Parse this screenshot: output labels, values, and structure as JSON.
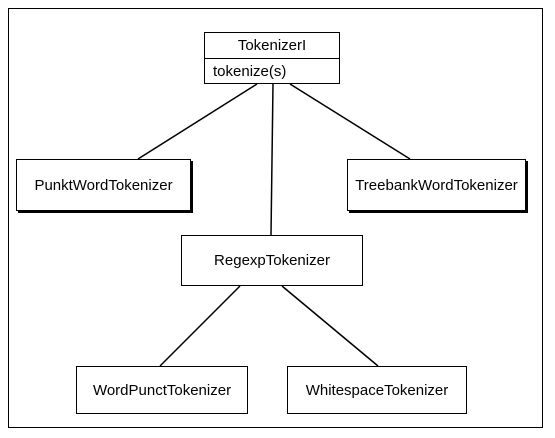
{
  "interface": {
    "name": "TokenizerI",
    "method": "tokenize(s)"
  },
  "classes": {
    "punkt": "PunktWordTokenizer",
    "treebank": "TreebankWordTokenizer",
    "regexp": "RegexpTokenizer",
    "wordpunct": "WordPunctTokenizer",
    "whitespace": "WhitespaceTokenizer"
  }
}
